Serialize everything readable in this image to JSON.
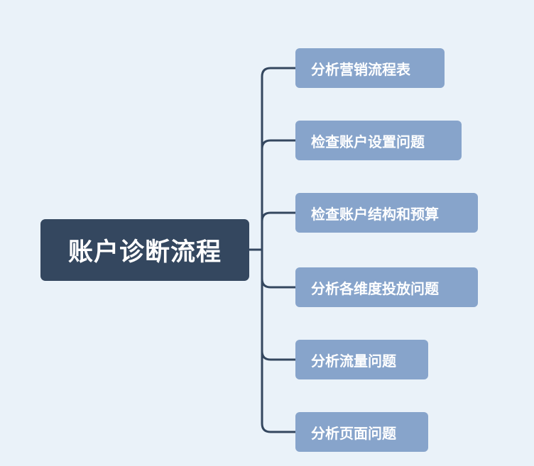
{
  "root": {
    "label": "账户诊断流程"
  },
  "branches": [
    {
      "label": "分析营销流程表"
    },
    {
      "label": "检查账户设置问题"
    },
    {
      "label": "检查账户结构和预算"
    },
    {
      "label": "分析各维度投放问题"
    },
    {
      "label": "分析流量问题"
    },
    {
      "label": "分析页面问题"
    }
  ],
  "colors": {
    "background": "#eaf2f9",
    "root_fill": "#34475f",
    "branch_fill": "#87a4cb",
    "connector": "#34475f",
    "text": "#ffffff"
  }
}
